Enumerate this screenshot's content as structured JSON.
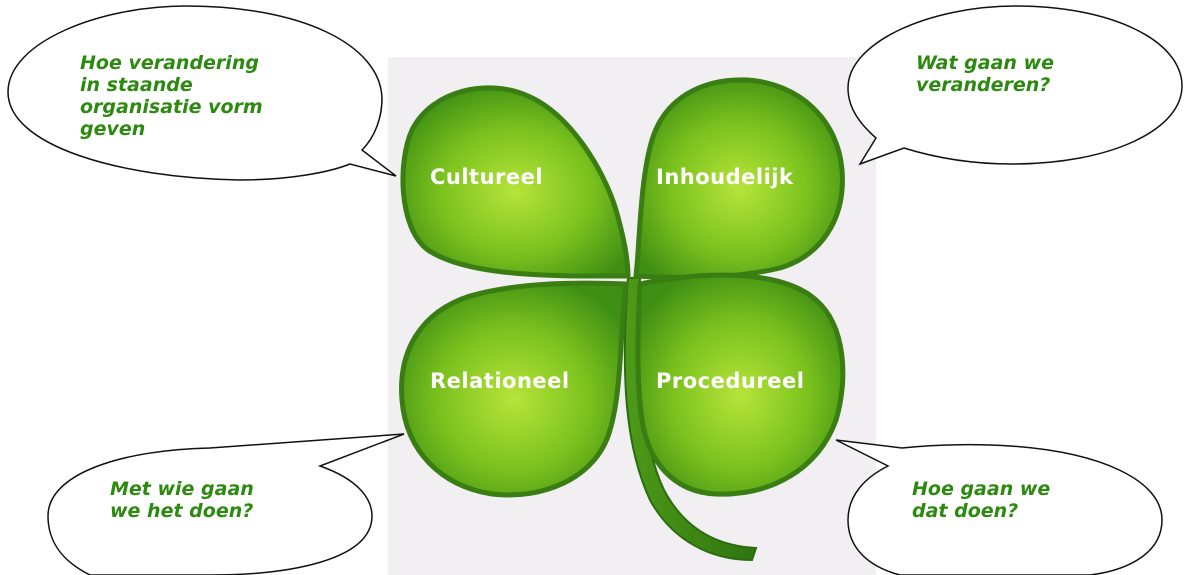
{
  "leaves": {
    "top_left": "Cultureel",
    "top_right": "Inhoudelijk",
    "bottom_left": "Relationeel",
    "bottom_right": "Procedureel"
  },
  "bubbles": {
    "top_left": "Hoe verandering\nin staande\norganisatie vorm\ngeven",
    "top_right": "Wat gaan we\nveranderen?",
    "bottom_left": "Met wie gaan\nwe het doen?",
    "bottom_right": "Hoe gaan we\ndat doen?"
  },
  "colors": {
    "leaf_light": "#a6dc2a",
    "leaf_dark": "#2f7d12",
    "text_green": "#2b8a0f",
    "panel": "#f2eff3"
  }
}
